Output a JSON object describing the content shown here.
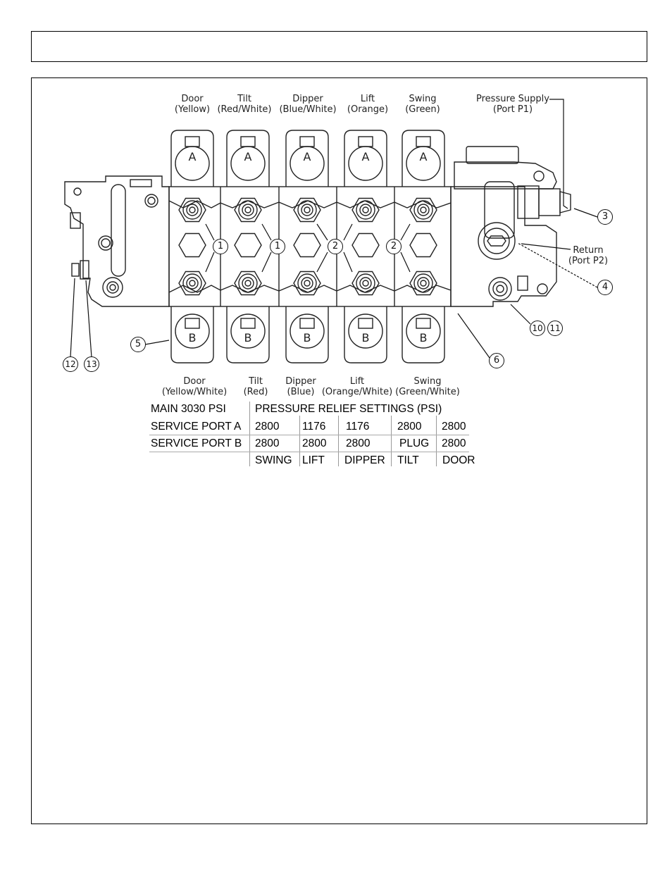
{
  "labels_top": [
    {
      "name": "Door",
      "color": "(Yellow)"
    },
    {
      "name": "Tilt",
      "color": "(Red/White)"
    },
    {
      "name": "Dipper",
      "color": "(Blue/White)"
    },
    {
      "name": "Lift",
      "color": "(Orange)"
    },
    {
      "name": "Swing",
      "color": "(Green)"
    }
  ],
  "labels_bottom": [
    {
      "name": "Door",
      "color": "(Yellow/White)"
    },
    {
      "name": "Tilt",
      "color": "(Red)"
    },
    {
      "name": "Dipper",
      "color": "(Blue)"
    },
    {
      "name": "Lift",
      "color": "(Orange/White)"
    },
    {
      "name": "Swing",
      "color": "(Green/White)"
    }
  ],
  "pressure_supply": {
    "line1": "Pressure Supply",
    "line2": "(Port P1)"
  },
  "return_port": {
    "line1": "Return",
    "line2": "(Port P2)"
  },
  "port_letters": {
    "a": "A",
    "b": "B"
  },
  "callouts": {
    "c1a": "1",
    "c1b": "1",
    "c2a": "2",
    "c2b": "2",
    "c3": "3",
    "c4": "4",
    "c5": "5",
    "c6": "6",
    "c10": "10",
    "c11": "11",
    "c12": "12",
    "c13": "13"
  },
  "table": {
    "header": {
      "left": "MAIN 3030 PSI",
      "right": "PRESSURE RELIEF SETTINGS (PSI)"
    },
    "row_a": {
      "label": "SERVICE PORT A",
      "values": [
        "2800",
        "1176",
        "1176",
        "2800",
        "2800"
      ]
    },
    "row_b": {
      "label": "SERVICE PORT B",
      "values": [
        "2800",
        "2800",
        "2800",
        "PLUG",
        "2800"
      ]
    },
    "footer": [
      "SWING",
      "LIFT",
      "DIPPER",
      "TILT",
      "DOOR"
    ]
  }
}
